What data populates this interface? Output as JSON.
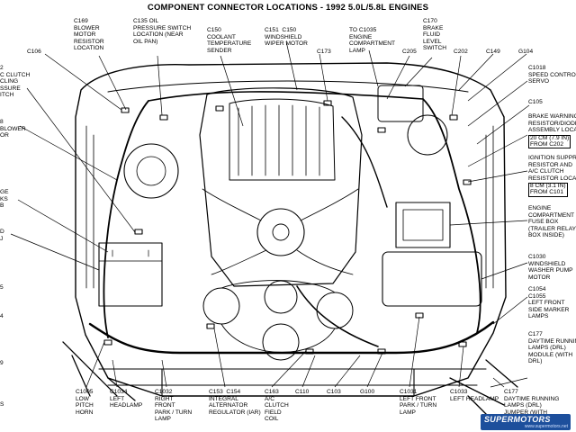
{
  "title": "COMPONENT CONNECTOR LOCATIONS - 1992 5.0L/5.8L ENGINES",
  "labels": [
    {
      "key": "c169",
      "lines": [
        "C169",
        "BLOWER",
        "MOTOR",
        "RESISTOR",
        "LOCATION"
      ]
    },
    {
      "key": "c135",
      "lines": [
        "C135 OIL",
        "PRESSURE SWITCH",
        "LOCATION (NEAR",
        "OIL PAN)"
      ]
    },
    {
      "key": "c150",
      "lines": [
        "C150",
        "COOLANT",
        "TEMPERATURE",
        "SENDER"
      ]
    },
    {
      "key": "c151",
      "lines": [
        "C151  C150",
        "WINDSHIELD",
        "WIPER MOTOR"
      ]
    },
    {
      "key": "c1035",
      "lines": [
        "TO C1035",
        "ENGINE",
        "COMPARTMENT",
        "LAMP"
      ]
    },
    {
      "key": "c170",
      "lines": [
        "C170",
        "BRAKE",
        "FLUID",
        "LEVEL",
        "SWITCH"
      ]
    },
    {
      "key": "c106",
      "lines": [
        "C106"
      ]
    },
    {
      "key": "c173",
      "lines": [
        "C173"
      ]
    },
    {
      "key": "c205",
      "lines": [
        "C205"
      ]
    },
    {
      "key": "c202",
      "lines": [
        "C202"
      ]
    },
    {
      "key": "c149",
      "lines": [
        "C149"
      ]
    },
    {
      "key": "g104",
      "lines": [
        "G104"
      ]
    },
    {
      "key": "lp1",
      "lines": [
        "2",
        "C CLUTCH",
        "CLING",
        "SSURE",
        "ITCH"
      ]
    },
    {
      "key": "lp2",
      "lines": [
        "8",
        "BLOWER",
        "OR"
      ]
    },
    {
      "key": "lp3",
      "lines": [
        "GE",
        "KS",
        "B"
      ]
    },
    {
      "key": "lp4",
      "lines": [
        "D",
        "J"
      ]
    },
    {
      "key": "c1018",
      "lines": [
        "C1018",
        "SPEED CONTROL",
        "SERVO"
      ]
    },
    {
      "key": "c105",
      "lines": [
        "C105"
      ]
    },
    {
      "key": "brake_warn",
      "lines": [
        "BRAKE WARNING",
        "RESISTOR/DIODE",
        "ASSEMBLY LOCA"
      ],
      "boxed": [
        "20 cm (7.9 IN)",
        "FROM C202"
      ]
    },
    {
      "key": "ign_supp",
      "lines": [
        "IGNITION SUPPRE",
        "RESISTOR AND",
        "A/C CLUTCH",
        "RESISTOR LOCATI"
      ],
      "boxed": [
        "8 cm (3.1 IN)",
        "FROM C101"
      ]
    },
    {
      "key": "fuse_box",
      "lines": [
        "ENGINE",
        "COMPARTMENT",
        "FUSE BOX",
        "(TRAILER RELAY",
        "BOX INSIDE)"
      ]
    },
    {
      "key": "c1030",
      "lines": [
        "C1030",
        "WINDSHIELD",
        "WASHER PUMP",
        "MOTOR"
      ]
    },
    {
      "key": "c1054",
      "lines": [
        "C1054",
        "C1055",
        "LEFT FRONT",
        "SIDE MARKER",
        "LAMPS"
      ]
    },
    {
      "key": "c177a",
      "lines": [
        "C177",
        "DAYTIME RUNNING",
        "LAMPS (DRL)",
        "MODULE (WITH",
        "DRL)"
      ]
    },
    {
      "key": "c1005",
      "lines": [
        "C1005",
        "LOW",
        "PITCH",
        "HORN"
      ]
    },
    {
      "key": "c1034",
      "lines": [
        "C1034",
        "LEFT",
        "HEADLAMP"
      ]
    },
    {
      "key": "c1032",
      "lines": [
        "C1032",
        "RIGHT",
        "FRONT",
        "PARK / TURN",
        "LAMP"
      ]
    },
    {
      "key": "c153",
      "lines": [
        "C153  C154",
        "INTEGRAL",
        "ALTERNATOR",
        "REGULATOR (IAR)"
      ]
    },
    {
      "key": "c163",
      "lines": [
        "C163",
        "A/C",
        "CLUTCH",
        "FIELD",
        "COIL"
      ]
    },
    {
      "key": "c110",
      "lines": [
        "C110"
      ]
    },
    {
      "key": "c103",
      "lines": [
        "C103"
      ]
    },
    {
      "key": "g100",
      "lines": [
        "G100"
      ]
    },
    {
      "key": "c1031",
      "lines": [
        "C1031",
        "LEFT FRONT",
        "PARK / TURN",
        "LAMP"
      ]
    },
    {
      "key": "c1033",
      "lines": [
        "C1033",
        "LEFT HEADLAMP"
      ]
    },
    {
      "key": "c177b",
      "lines": [
        "C177",
        "DAYTIME RUNNING",
        "LAMPS (DRL)",
        "JUMPER (WITH",
        "DRL)"
      ]
    },
    {
      "key": "lp5",
      "lines": [
        "5"
      ]
    },
    {
      "key": "lp6",
      "lines": [
        "4"
      ]
    },
    {
      "key": "lp7",
      "lines": [
        "9"
      ]
    },
    {
      "key": "lp8",
      "lines": [
        "S"
      ]
    }
  ],
  "watermark": {
    "brand": "SUPERMOTORS",
    "url": "www.supermotors.net"
  }
}
